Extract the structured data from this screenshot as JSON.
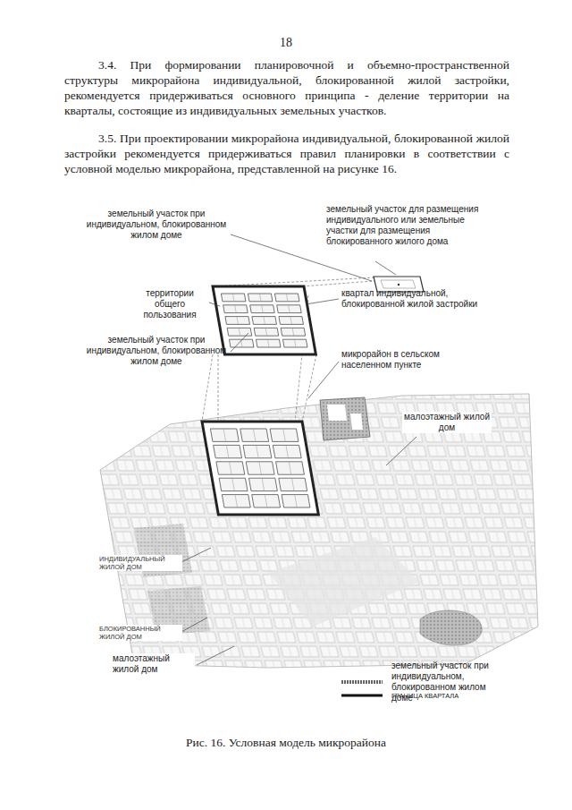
{
  "diagram": {
    "caption": "Рис. 16. Условная модель микрорайона",
    "labels": [
      "18",
      "3.4. При формировании планировочной и объемно-пространственной структуры микрорайона индивидуальной, блокированной жилой застройки, рекомендуется придерживаться основного принципа - деление территории на кварталы, состоящие из индивидуальных земельных участков.",
      "3.5. При проектировании микрорайона индивидуальной, блокированной жилой застройки рекомендуется придерживаться правил планировки в соответствии с условной моделью микрорайона, представленной на рисунке 16.",
      "земельный участок при индивидуальном, блокированном жилом доме",
      "земельный участок для размещения индивидуального или земельные участки для размещения блокированного жилого дома",
      "территории общего пользования",
      "квартал индивидуальной, блокированной жилой застройки",
      "земельный участок при индивидуальном, блокированном жилом доме",
      "микрорайон в сельском населенном пункте",
      "малоэтажный жилой дом",
      "ИНДИВИДУАЛЬНЫЙ ЖИЛОЙ ДОМ",
      "БЛОКИРОВАННЫЙ ЖИЛОЙ ДОМ",
      "малоэтажный жилой дом"
    ],
    "legend": [
      {
        "text": "земельный участок при индивидуальном, блокированном жилом доме"
      },
      {
        "text": "ГРАНИЦА КВАРТАЛА"
      }
    ]
  }
}
